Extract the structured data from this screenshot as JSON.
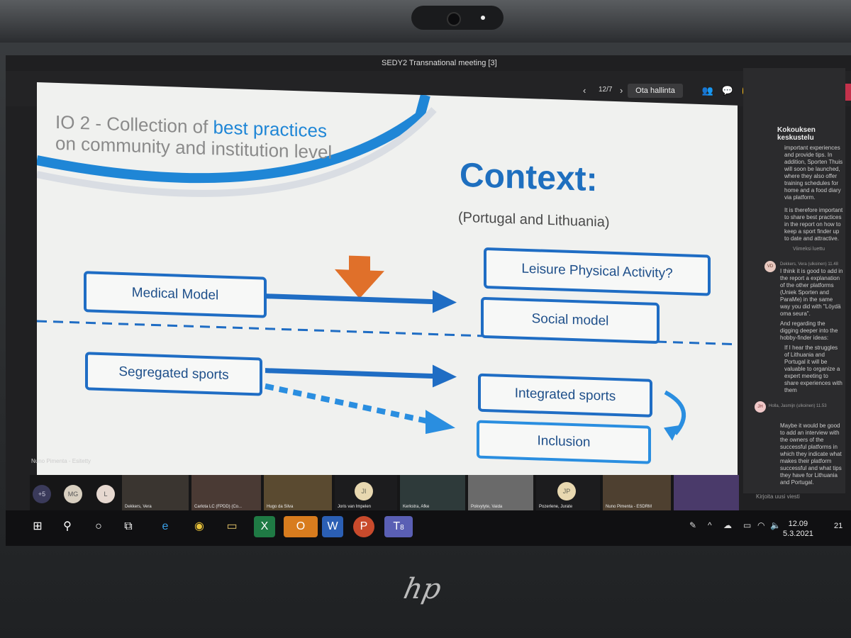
{
  "window": {
    "title": "SEDY2 Transnational meeting [3]"
  },
  "toolbar": {
    "prev_icon": "chevron-left-icon",
    "page_counter": "12/7",
    "next_icon": "chevron-right-icon",
    "take_control_label": "Ota hallinta"
  },
  "slide": {
    "title_plain_1": "IO 2 - Collection of ",
    "title_highlight": "best practices",
    "title_line_2": "on community and institution level",
    "context_heading": "Context:",
    "context_sub": "(Portugal and Lithuania)",
    "boxes": {
      "leisure": "Leisure Physical Activity?",
      "medical": "Medical Model",
      "social": "Social model",
      "segregated": "Segregated sports",
      "integrated": "Integrated sports",
      "inclusion": "Inclusion"
    },
    "colors": {
      "blue": "#1f6dc4",
      "arrow_orange": "#e0702a",
      "swoosh": "#1f86d6"
    }
  },
  "presenter_label": "Nuno Pimenta - Esitetty",
  "chat": {
    "header": "Kokouksen keskustelu",
    "msg1": "important experiences and provide tips. In addition, Sporten Thuis will soon be launched, where they also offer training schedules for home and a food diary via platform.",
    "msg2": "It is therefore important to share best practices in the report on how to keep a sport finder up to date and attractive.",
    "divider": "Viimeksi luettu",
    "vd_initials": "VD",
    "vd_name": "Dekkers, Vera (ulkoinen)",
    "vd_time": "11.48",
    "vd_msg1": "I think it is good to add in the report a explanation of the other platforms (Uniek Sporten and ParaMe) in the same way you did with \"Löydä oma seura\".",
    "vd_msg2": "And regarding the digging deeper into the hobby-finder ideas:",
    "vd_bullet": "If I hear the struggles of Lithuania and Portugal it will be valuable to organize a expert meeting to share experiences with them",
    "jh_initials": "JH",
    "jh_name": "Holla, Jasmijn (ulkoinen)",
    "jh_time": "11.53",
    "jh_msg": "Maybe it would be good to add an interview with the owners of the successful platforms in which they indicate what makes their platform successful and what tips they have for Lithuania and Portugal.",
    "compose_placeholder": "Kirjoita uusi viesti"
  },
  "participants": {
    "overflow": "+5",
    "mg": "MG",
    "l": "L",
    "ji": "JI",
    "jp": "JP",
    "names": {
      "vera": "Dekkers, Vera",
      "carlota": "Carlota LC (FPDD) (Co...",
      "hugo": "Hugo da Silva",
      "joris": "Joris van Impelen",
      "afke": "Kerkstra, Afke",
      "vaida": "Pokvytyte, Vaida",
      "jurate": "Pozerlene, Jurate",
      "nuno": "Nuno Pimenta - ESDRM"
    }
  },
  "taskbar": {
    "time": "12.09",
    "date": "5.3.2021",
    "notifications": "21",
    "teams_badge": "8"
  },
  "brand": "hp"
}
